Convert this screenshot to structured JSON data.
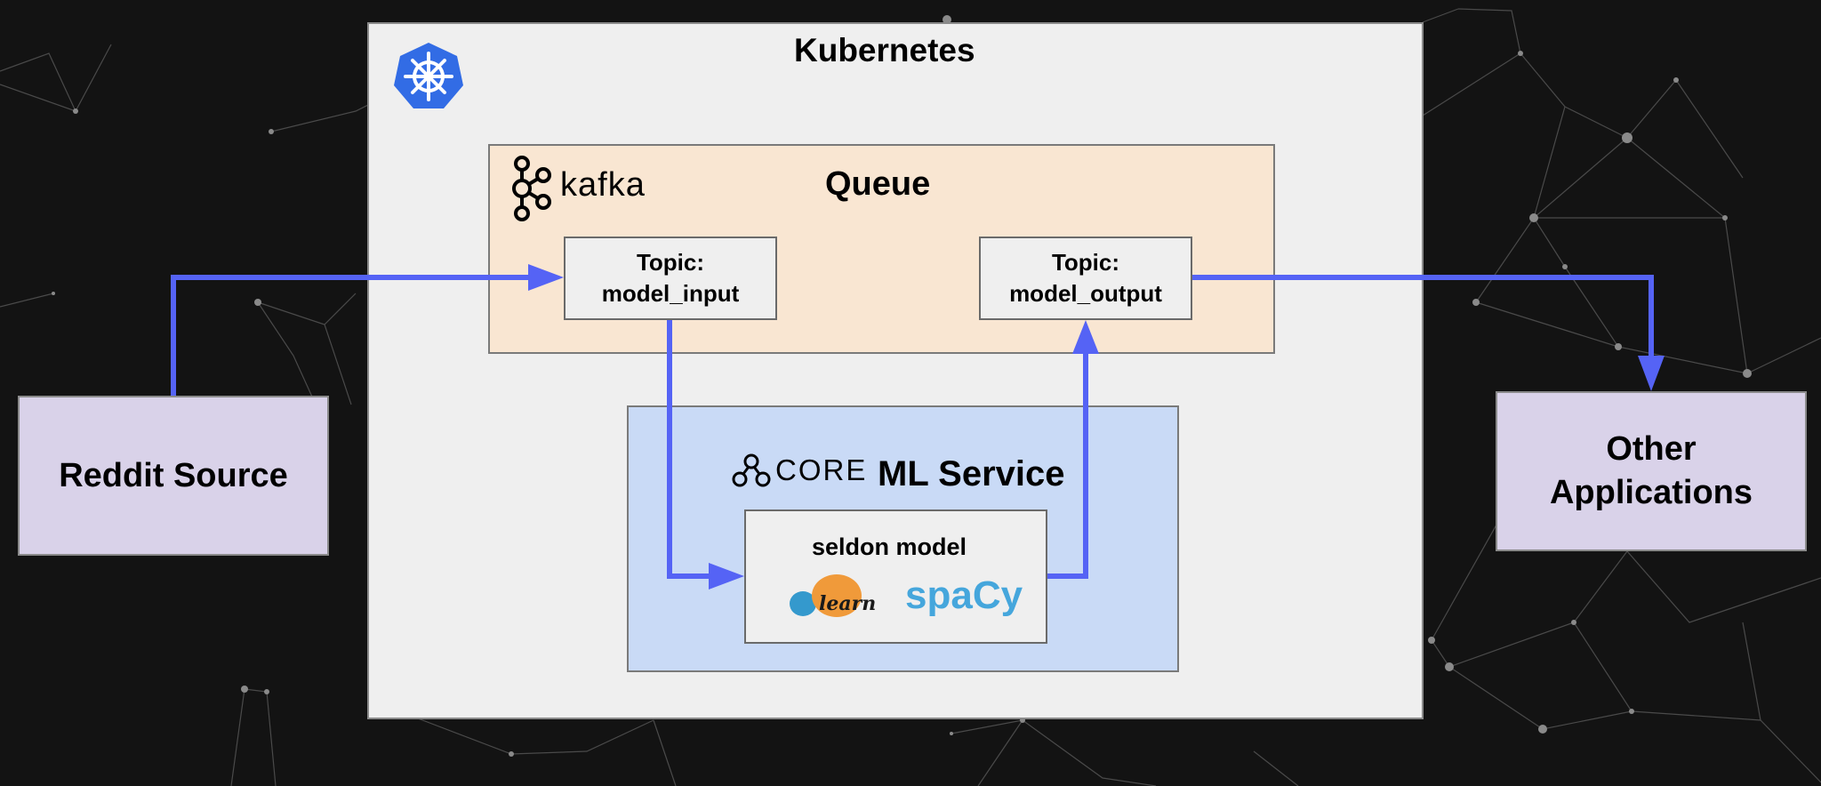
{
  "kubernetes": {
    "title": "Kubernetes"
  },
  "queue": {
    "title": "Queue",
    "brand": "kafka"
  },
  "topics": {
    "input": {
      "line1": "Topic:",
      "line2": "model_input"
    },
    "output": {
      "line1": "Topic:",
      "line2": "model_output"
    }
  },
  "ml_service": {
    "title": "ML Service",
    "brand": "CORE"
  },
  "seldon": {
    "title": "seldon model",
    "sklearn_label": "learn",
    "spacy_label": "spaCy"
  },
  "reddit": {
    "label": "Reddit Source"
  },
  "other_apps": {
    "line1": "Other",
    "line2": "Applications"
  },
  "colors": {
    "background": "#131313",
    "arrow": "#5563f5",
    "kubernetes_bg": "#efefef",
    "queue_bg": "#f9e6d2",
    "ml_bg": "#c9daf6",
    "external_bg": "#d9d2e9",
    "k8s_logo": "#326ce5",
    "spacy": "#45a6dc",
    "sklearn_orange": "#f09a3a",
    "sklearn_blue": "#3499cd"
  }
}
